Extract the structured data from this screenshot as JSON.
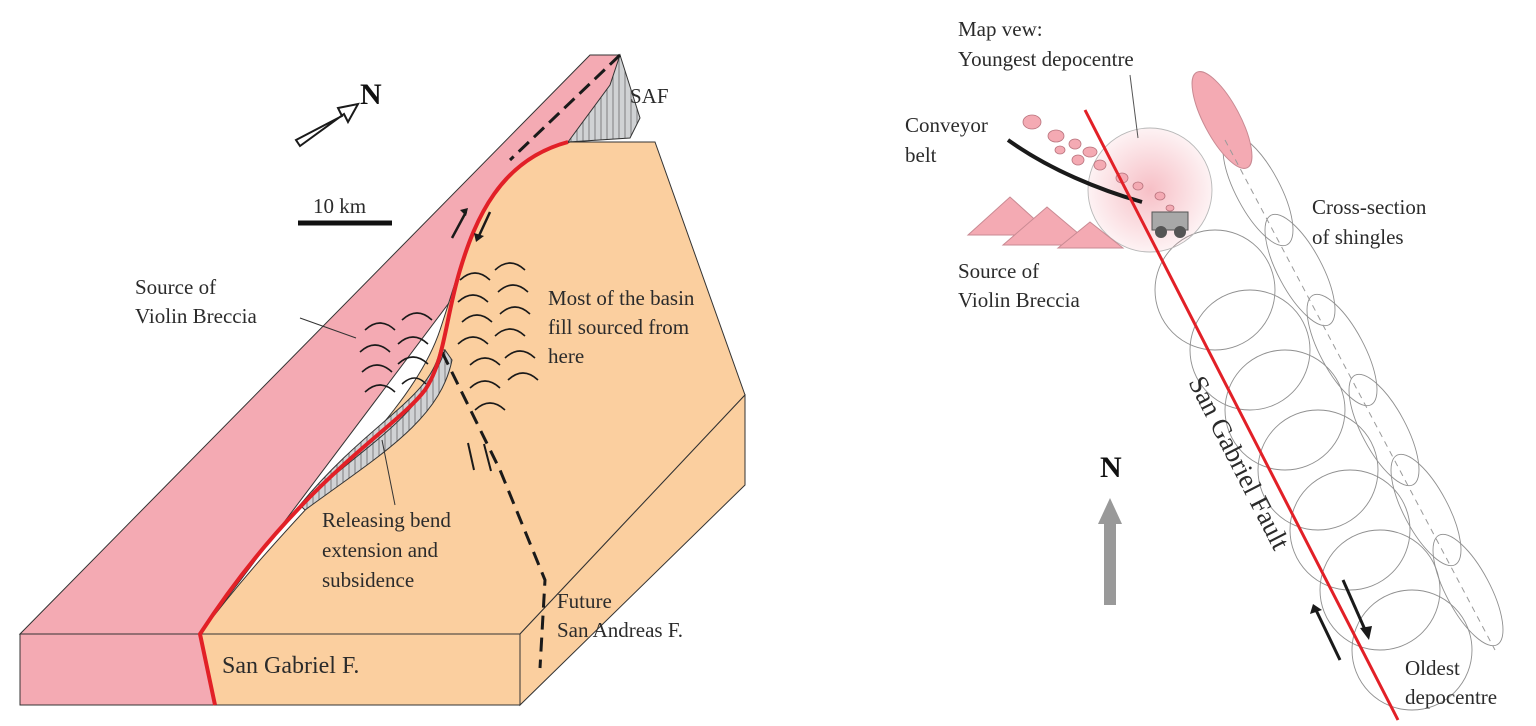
{
  "colors": {
    "pink_block": "#f4aab3",
    "orange_block": "#fbcf9f",
    "fault_red": "#e22027",
    "grey_scarp": "#d0d2d4",
    "north_arrow_grey": "#999999"
  },
  "block_diagram": {
    "north": "N",
    "scale": "10 km",
    "saf": "SAF",
    "source_label": [
      "Source of",
      "Violin Breccia"
    ],
    "basin_label": [
      "Most of the basin",
      "fill sourced from",
      "here"
    ],
    "bend_label": [
      "Releasing bend",
      "extension and",
      "subsidence"
    ],
    "future_label": [
      "Future",
      "San Andreas F."
    ],
    "fault_label": "San Gabriel F."
  },
  "map_view": {
    "title": [
      "Map vew:",
      "Youngest depocentre"
    ],
    "conveyor_label": [
      "Conveyor",
      "belt"
    ],
    "source_label": [
      "Source of",
      "Violin Breccia"
    ],
    "shingles_label": [
      "Cross-section",
      "of shingles"
    ],
    "fault_label": "San Gabriel Fault",
    "north": "N",
    "oldest_label": [
      "Oldest",
      "depocentre"
    ]
  }
}
